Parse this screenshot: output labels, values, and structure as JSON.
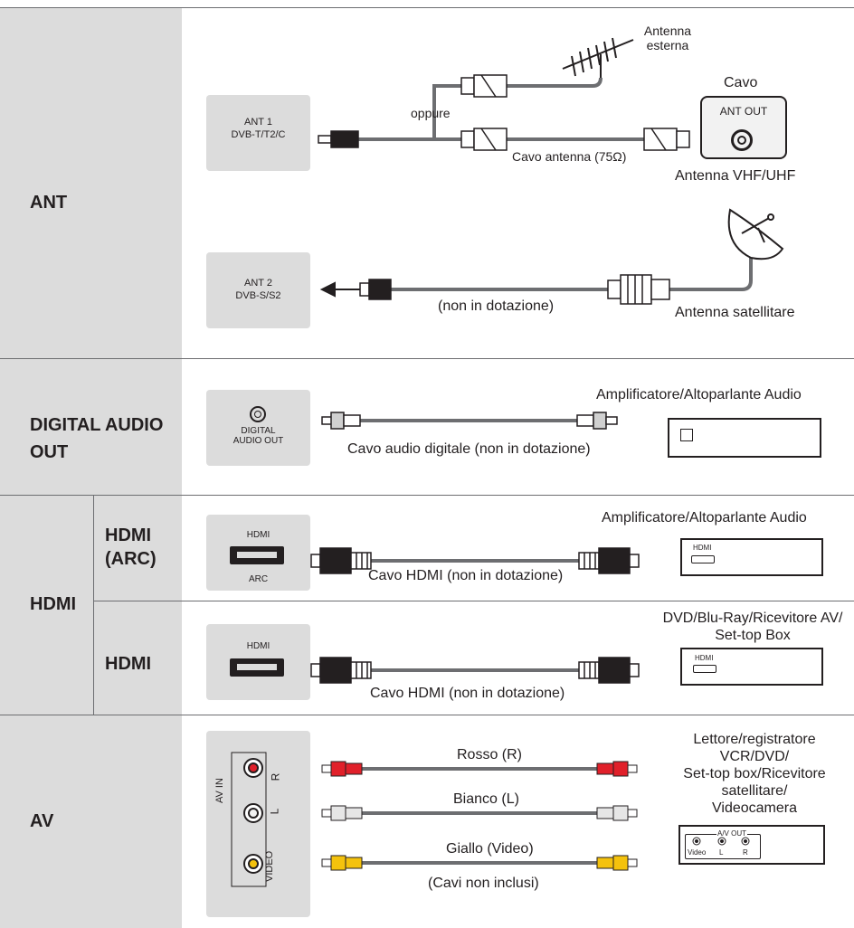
{
  "sections": {
    "ant": {
      "title": "ANT",
      "ant1_port": "ANT 1\nDVB-T/T2/C",
      "ant2_port": "ANT 2\nDVB-S/S2",
      "external_antenna": "Antenna\nesterna",
      "or": "oppure",
      "cable_label": "Cavo",
      "ant_out": "ANT OUT",
      "coax_cable": "Cavo antenna (75Ω)",
      "vhf_uhf": "Antenna VHF/UHF",
      "not_supplied": "(non in dotazione)",
      "satellite": "Antenna satellitare"
    },
    "digital_audio": {
      "title": "DIGITAL AUDIO\nOUT",
      "port": "DIGITAL\nAUDIO OUT",
      "device": "Amplificatore/Altoparlante Audio",
      "cable": "Cavo audio digitale (non in dotazione)"
    },
    "hdmi": {
      "title": "HDMI",
      "arc_title": "HDMI\n(ARC)",
      "hdmi_title": "HDMI",
      "arc_port_top": "HDMI",
      "arc_port_bottom": "ARC",
      "port_top": "HDMI",
      "arc_device": "Amplificatore/Altoparlante Audio",
      "arc_device_port": "HDMI",
      "cable1": "Cavo HDMI (non in dotazione)",
      "device2": "DVD/Blu-Ray/Ricevitore AV/\nSet-top Box",
      "device2_port": "HDMI",
      "cable2": "Cavo HDMI (non in dotazione)"
    },
    "av": {
      "title": "AV",
      "port_label": "AV IN",
      "port_r": "R",
      "port_l": "L",
      "port_video": "VIDEO",
      "red": "Rosso (R)",
      "white": "Bianco (L)",
      "yellow": "Giallo (Video)",
      "not_included": "(Cavi non inclusi)",
      "device": "Lettore/registratore\nVCR/DVD/\nSet-top box/Ricevitore\nsatellitare/\nVideocamera",
      "device_out": "A/V OUT",
      "device_video": "Video",
      "device_l": "L",
      "device_r": "R"
    }
  },
  "colors": {
    "label_bg": "#dcdcdc",
    "line": "#6d6e71",
    "red": "#e0202a",
    "yellow": "#f4c20d",
    "white": "#f2f2f2"
  }
}
